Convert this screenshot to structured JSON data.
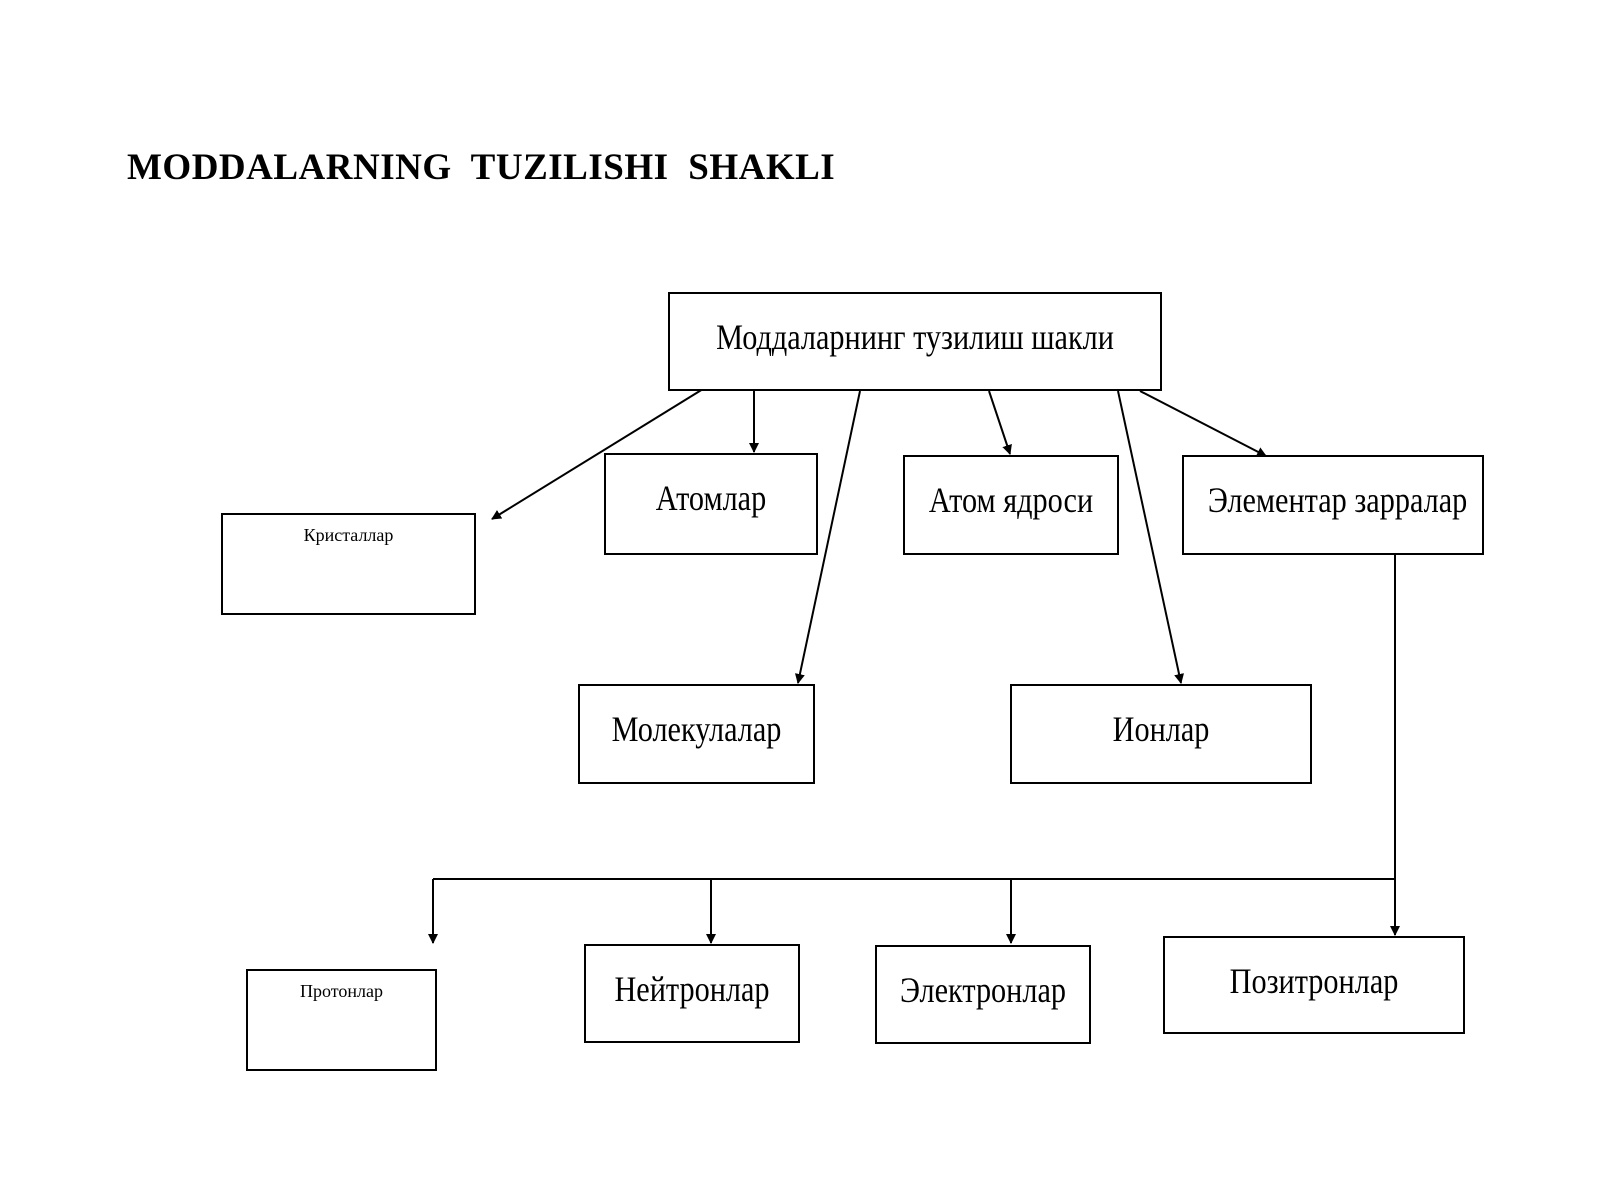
{
  "title": "MODDALARNING  TUZILISHI  SHAKLI",
  "nodes": {
    "root": "Моддаларнинг тузилиш шакли",
    "crystals": "Кристаллар",
    "atoms": "Атомлар",
    "nucleus": "Атом ядроси",
    "elementary": "Элементар зарралар",
    "molecules": "Молекулалар",
    "ions": "Ионлар",
    "protons": "Протонлар",
    "neutrons": "Нейтронлар",
    "electrons": "Электронлар",
    "positrons": "Позитронлар"
  }
}
